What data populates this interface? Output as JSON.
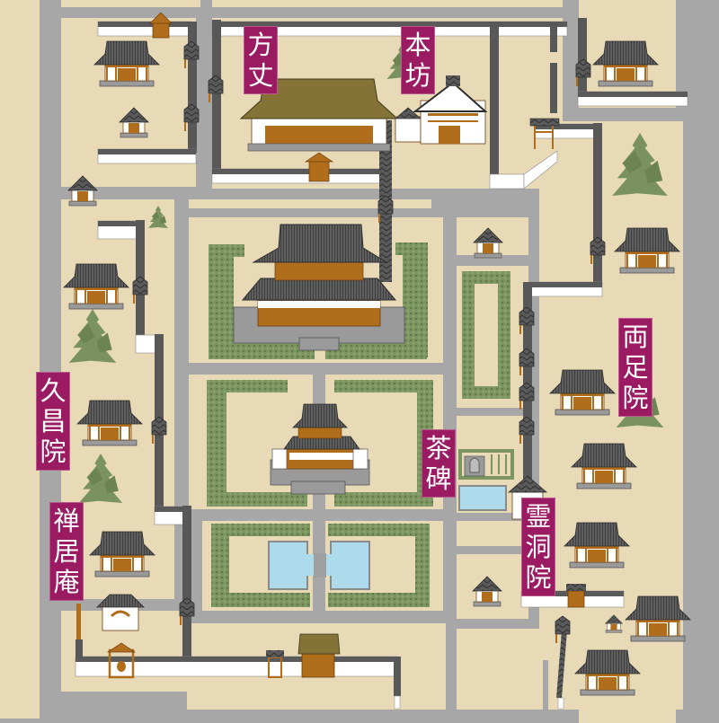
{
  "map": {
    "title": "Temple precinct map",
    "colors": {
      "ground": "#e8dab7",
      "road": "#a7a7a7",
      "label_bg": "#9b1b63",
      "label_text": "#ffffff",
      "roof": "#5f5f5f",
      "wood": "#b06e1c",
      "hedge": "#6f8a55",
      "pond": "#aedbeb",
      "wall_white": "#ffffff",
      "wall_top": "#585858",
      "hojo_roof": "#857237"
    },
    "labels": [
      {
        "id": "hojo",
        "text": [
          "方",
          "丈"
        ],
        "name": "Hōjō (abbot's quarters)"
      },
      {
        "id": "honbo",
        "text": [
          "本",
          "坊"
        ],
        "name": "Honbō (main residence)"
      },
      {
        "id": "kyushoin",
        "text": [
          "久",
          "昌",
          "院"
        ],
        "name": "Kyūshō-in"
      },
      {
        "id": "zenkyoan",
        "text": [
          "禅",
          "居",
          "庵"
        ],
        "name": "Zenkyo-an"
      },
      {
        "id": "chahi",
        "text": [
          "茶",
          "碑"
        ],
        "name": "Tea monument"
      },
      {
        "id": "ryosokuin",
        "text": [
          "両",
          "足",
          "院"
        ],
        "name": "Ryōsoku-in"
      },
      {
        "id": "reitoin",
        "text": [
          "霊",
          "洞",
          "院"
        ],
        "name": "Reitō-in"
      }
    ],
    "landmarks": [
      {
        "id": "hojo-hall",
        "type": "hall"
      },
      {
        "id": "honbo-residence",
        "type": "residence"
      },
      {
        "id": "hatto",
        "type": "lecture-hall"
      },
      {
        "id": "butsuden",
        "type": "buddha-hall"
      },
      {
        "id": "sanmon-ponds",
        "type": "pond"
      },
      {
        "id": "tea-monument",
        "type": "monument"
      },
      {
        "id": "south-gate",
        "type": "gate"
      },
      {
        "id": "bell-tower",
        "type": "bell-tower"
      }
    ]
  }
}
